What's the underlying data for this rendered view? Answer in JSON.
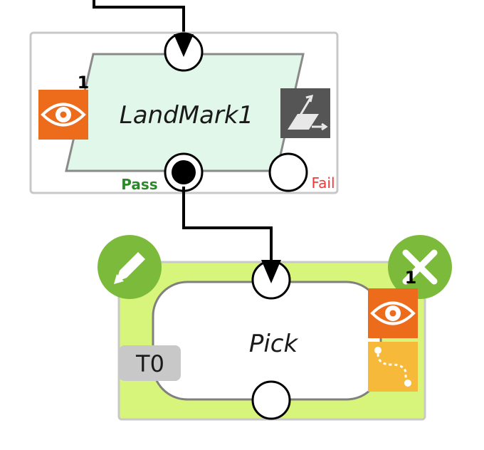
{
  "landmark_node": {
    "title": "LandMark1",
    "index_label": "1",
    "pass_label": "Pass",
    "fail_label": "Fail",
    "left_icon": "eye-icon",
    "right_icon": "coordinate-axes-icon"
  },
  "pick_node": {
    "title": "Pick",
    "index_label": "1",
    "tool_label": "T0",
    "edit_icon": "pencil-icon",
    "delete_icon": "close-icon",
    "right_icons": [
      "eye-icon",
      "path-icon"
    ]
  },
  "colors": {
    "landmark_fill": "#e1f7ea",
    "pick_outer_fill": "#d7f57a",
    "eye_orange": "#ec6c1c",
    "path_yellow": "#f7b93a",
    "action_green": "#7cba3c",
    "pass_text": "#2a8a2a",
    "fail_text": "#ff3333"
  }
}
